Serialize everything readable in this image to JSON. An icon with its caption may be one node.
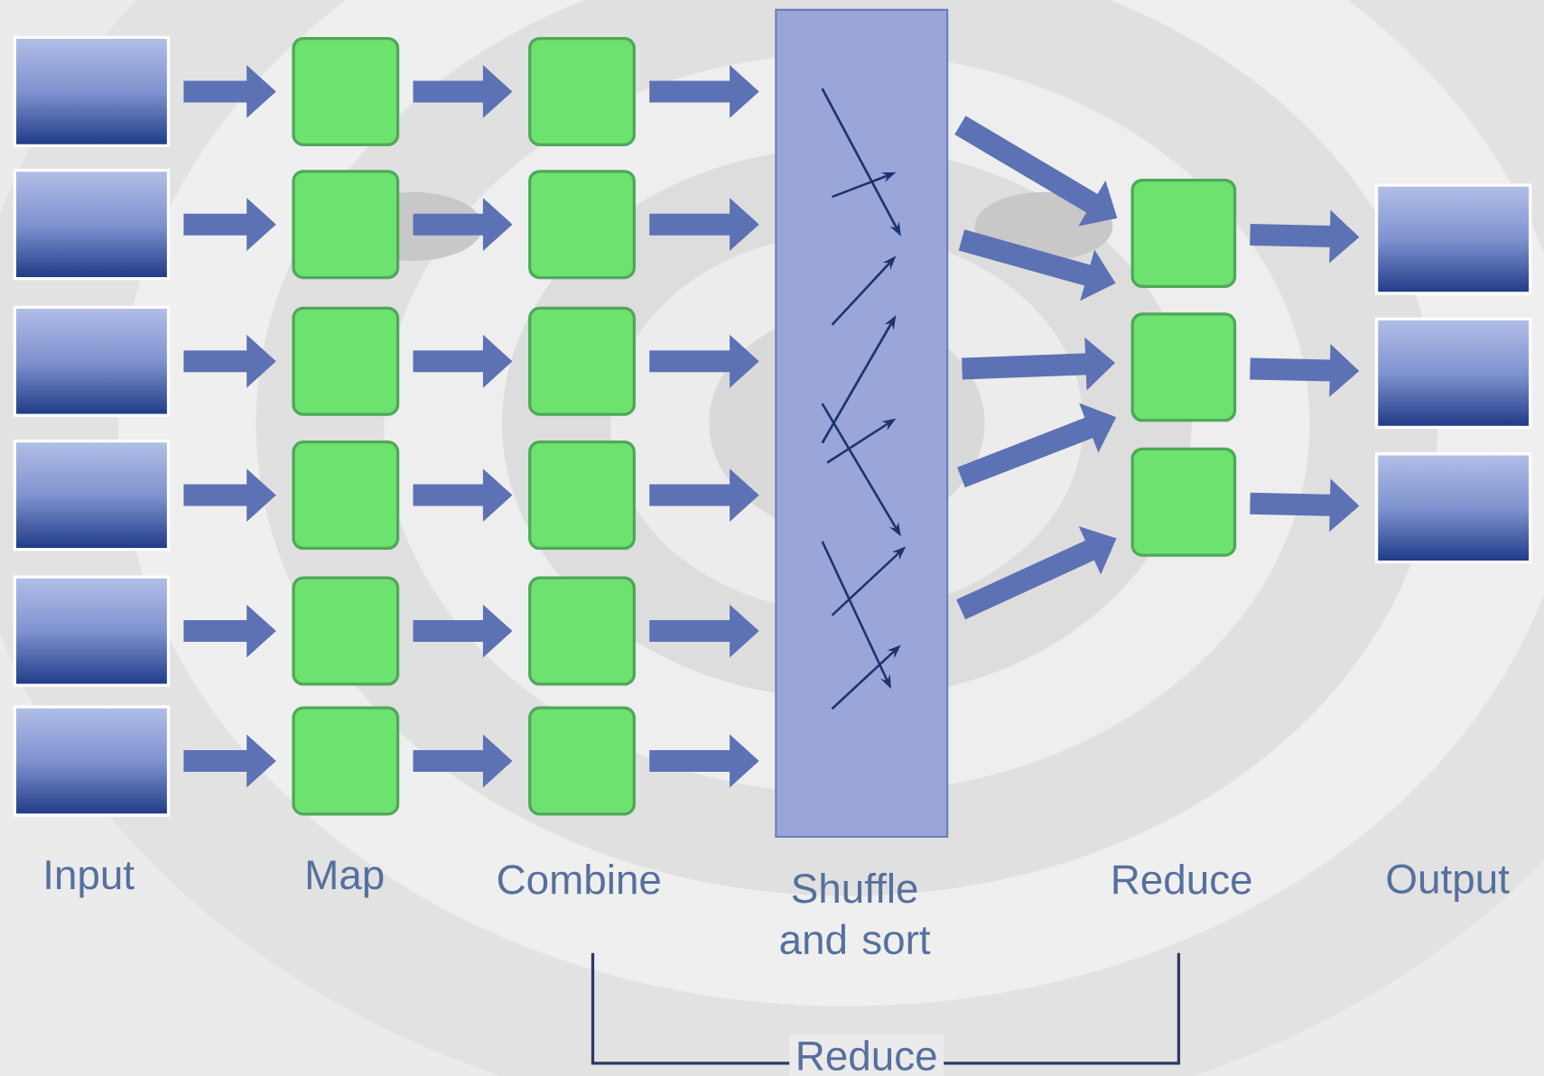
{
  "diagram": {
    "nodes": [
      {
        "text": [],
        "shape": "box"
      },
      {
        "text": [],
        "shape": "box"
      },
      {
        "text": [],
        "shape": "box"
      },
      {
        "text": [],
        "shape": "box"
      },
      {
        "text": [],
        "shape": "box"
      },
      {
        "text": [],
        "shape": "box"
      },
      {
        "text": [],
        "shape": "box"
      },
      {
        "text": [],
        "shape": "box"
      },
      {
        "text": [],
        "shape": "box"
      },
      {
        "text": [],
        "shape": "box"
      },
      {
        "text": [],
        "shape": "box"
      },
      {
        "text": [],
        "shape": "box"
      },
      {
        "text": [],
        "shape": "box"
      },
      {
        "text": [],
        "shape": "box"
      },
      {
        "text": [],
        "shape": "box"
      },
      {
        "text": [],
        "shape": "box"
      },
      {
        "text": [],
        "shape": "box"
      },
      {
        "text": [],
        "shape": "box"
      },
      {
        "text": [],
        "shape": "box"
      },
      {
        "text": [],
        "shape": "box"
      },
      {
        "text": [],
        "shape": "box"
      },
      {
        "text": [],
        "shape": "box"
      },
      {
        "text": [],
        "shape": "box"
      },
      {
        "text": [],
        "shape": "box"
      },
      {
        "text": [],
        "shape": "box"
      }
    ],
    "edges": [
      {
        "from": 0,
        "to": 6,
        "arrow": "to"
      },
      {
        "from": 1,
        "to": 7,
        "arrow": "to"
      },
      {
        "from": 2,
        "to": 8,
        "arrow": "to"
      },
      {
        "from": 3,
        "to": 9,
        "arrow": "to"
      },
      {
        "from": 4,
        "to": 10,
        "arrow": "to"
      },
      {
        "from": 5,
        "to": 11,
        "arrow": "to"
      },
      {
        "from": 6,
        "to": 12,
        "arrow": "to"
      },
      {
        "from": 7,
        "to": 13,
        "arrow": "to"
      },
      {
        "from": 8,
        "to": 14,
        "arrow": "to"
      },
      {
        "from": 9,
        "to": 15,
        "arrow": "to"
      },
      {
        "from": 10,
        "to": 16,
        "arrow": "to"
      },
      {
        "from": 11,
        "to": 17,
        "arrow": "to"
      },
      {
        "from": 12,
        "to": 18,
        "arrow": "to"
      },
      {
        "from": 13,
        "to": 18,
        "arrow": "to"
      },
      {
        "from": 14,
        "to": 18,
        "arrow": "to"
      },
      {
        "from": 15,
        "to": 18,
        "arrow": "to"
      },
      {
        "from": 16,
        "to": 18,
        "arrow": "to"
      },
      {
        "from": 17,
        "to": 18,
        "arrow": "to"
      },
      {
        "from": 18,
        "to": 19,
        "arrow": "to"
      },
      {
        "from": 18,
        "to": 19,
        "arrow": "to"
      },
      {
        "from": 18,
        "to": 20,
        "arrow": "to"
      },
      {
        "from": 18,
        "to": 20,
        "arrow": "to"
      },
      {
        "from": 18,
        "to": 21,
        "arrow": "to"
      },
      {
        "from": 19,
        "to": 22,
        "arrow": "to"
      },
      {
        "from": 20,
        "to": 23,
        "arrow": "to"
      },
      {
        "from": 21,
        "to": 24,
        "arrow": "to"
      }
    ],
    "labels": [
      "Input",
      "Map",
      "Combine",
      "Shuffle and sort",
      "Reduce",
      "Output",
      "Reduce"
    ]
  }
}
